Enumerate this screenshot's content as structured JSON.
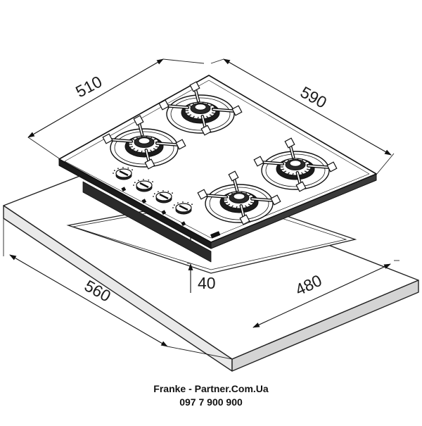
{
  "dimensions": {
    "hob_depth": "510",
    "hob_width": "590",
    "cutout_depth": "480",
    "cutout_width": "560",
    "hob_height": "40"
  },
  "footer": {
    "line1": "Franke - Partner.Com.Ua",
    "line2": "097 7 900 900"
  },
  "burners": [
    "back-left",
    "back-right",
    "front-left",
    "front-right"
  ],
  "knobs": [
    "knob-1",
    "knob-2",
    "knob-3",
    "knob-4"
  ]
}
